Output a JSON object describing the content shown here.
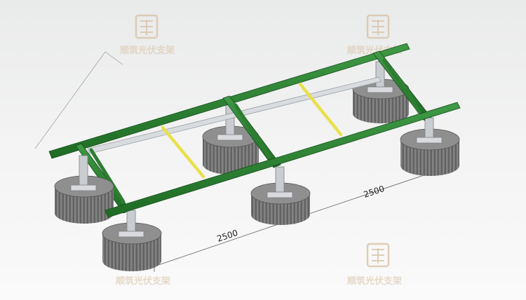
{
  "dimensions": {
    "front_span": "2500",
    "right_span": "2500"
  },
  "watermark": {
    "text": "顺筑光伏支架"
  },
  "colors": {
    "rail": "#2e7d32",
    "rail_dark": "#1b5e20",
    "brace": "#e8e04a",
    "ballast": "#6e6e6e",
    "post": "#c9ccd0"
  }
}
